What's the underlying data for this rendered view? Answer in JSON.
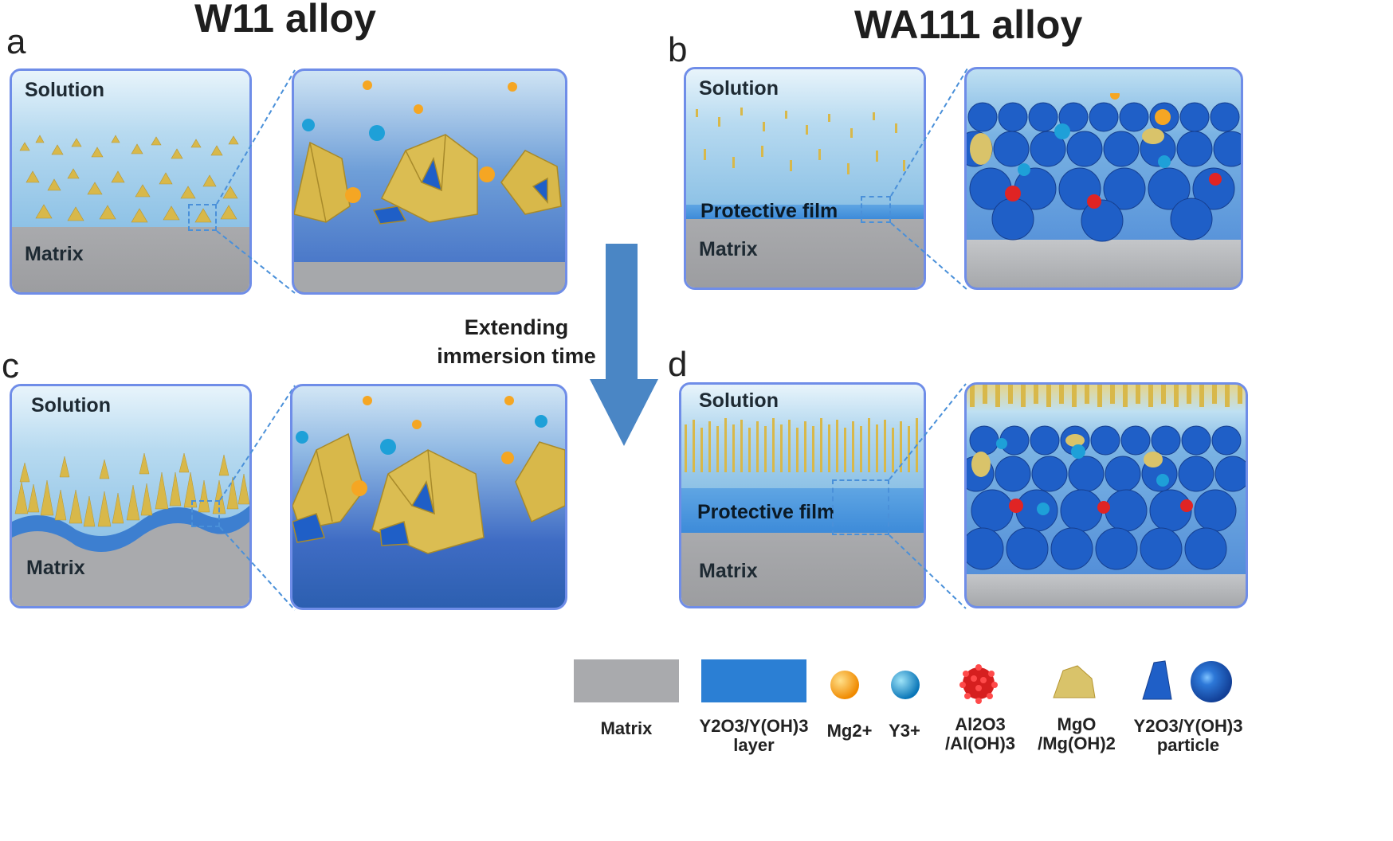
{
  "titles": {
    "left": "W11 alloy",
    "right": "WA111 alloy"
  },
  "panel_letters": {
    "a": "a",
    "b": "b",
    "c": "c",
    "d": "d"
  },
  "labels": {
    "solution": "Solution",
    "matrix": "Matrix",
    "protective_film": "Protective film"
  },
  "arrow_text": {
    "line1": "Extending",
    "line2": "immersion time"
  },
  "legend": [
    {
      "key": "matrix",
      "label": "Matrix",
      "color": "#a9aaad"
    },
    {
      "key": "layer",
      "label_line1": "Y2O3/Y(OH)3",
      "label_line2": "layer",
      "color": "#2b7fd4"
    },
    {
      "key": "mg",
      "label": "Mg2+",
      "color": "#f5a623"
    },
    {
      "key": "y",
      "label": "Y3+",
      "color": "#1ea0d8"
    },
    {
      "key": "al",
      "label_line1": "Al2O3",
      "label_line2": "/Al(OH)3",
      "color": "#e02424"
    },
    {
      "key": "mgo",
      "label_line1": "MgO",
      "label_line2": "/Mg(OH)2",
      "color": "#d9c36a"
    },
    {
      "key": "yparticle",
      "label_line1": "Y2O3/Y(OH)3",
      "label_line2": "particle",
      "color": "#1f5fc7"
    }
  ],
  "colors": {
    "panel_border": "#6f8de8",
    "arrow": "#4a86c5",
    "gold": "#d8b84a",
    "blue_sphere": "#1f5fc7"
  }
}
